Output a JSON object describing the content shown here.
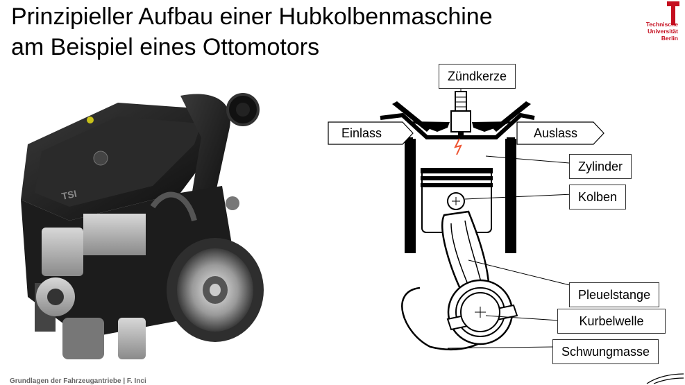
{
  "slide": {
    "title_line1": "Prinzipieller Aufbau einer Hubkolbenmaschine",
    "title_line2": "am Beispiel eines Ottomotors",
    "footer": "Grundlagen der Fahrzeugantriebe | F. Inci"
  },
  "logo": {
    "line1": "Technische",
    "line2": "Universität",
    "line3": "Berlin",
    "color": "#c50e1f"
  },
  "engine_image": {
    "badge": "TSI"
  },
  "diagram": {
    "labels": {
      "zuendkerze": "Zündkerze",
      "einlass": "Einlass",
      "auslass": "Auslass",
      "zylinder": "Zylinder",
      "kolben": "Kolben",
      "pleuelstange": "Pleuelstange",
      "kurbelwelle": "Kurbelwelle",
      "schwungmasse": "Schwungmasse"
    }
  }
}
